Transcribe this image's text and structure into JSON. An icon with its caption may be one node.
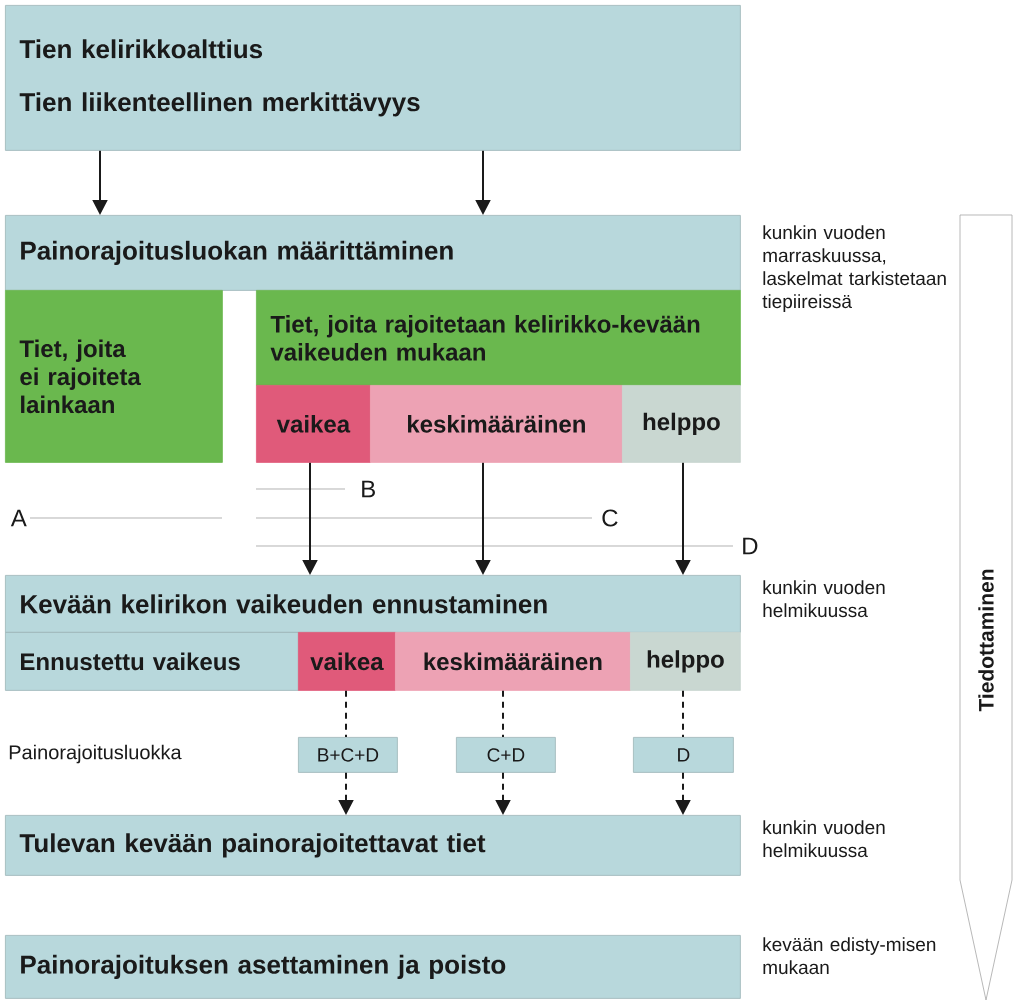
{
  "diagram": {
    "nodes": [
      {
        "text": [
          "Tien kelirikkoalttius",
          "Tien liikenteellinen merkittävyys"
        ]
      },
      {
        "text": [
          "Painorajoitusluokan määrittäminen"
        ],
        "beside": [
          "kunkin vuoden marraskuussa, laskelmat tarkistetaan tiepiireissä"
        ]
      },
      {
        "text": [
          "Tiet, joita ei rajoiteta lainkaan"
        ]
      },
      {
        "text": [
          "Tiet, joita rajoitetaan kelirikko-kevään vaikeuden mukaan"
        ]
      },
      {
        "text": [
          "vaikea"
        ]
      },
      {
        "text": [
          "keskimääräinen"
        ]
      },
      {
        "text": [
          "helppo"
        ]
      },
      {
        "text": [
          "Kevään kelirikon vaikeuden ennustaminen"
        ],
        "beside": [
          "kunkin vuoden helmikuussa"
        ]
      },
      {
        "text": [
          "Ennustettu vaikeus"
        ]
      },
      {
        "text": [
          "vaikea"
        ]
      },
      {
        "text": [
          "keskimääräinen"
        ]
      },
      {
        "text": [
          "helppo"
        ]
      },
      {
        "text": [
          "B+C+D"
        ]
      },
      {
        "text": [
          "C+D"
        ]
      },
      {
        "text": [
          "D"
        ]
      },
      {
        "text": [
          "Tulevan kevään painorajoitettavat tiet"
        ],
        "beside": [
          "kunkin vuoden helmikuussa"
        ]
      },
      {
        "text": [
          "Painorajoituksen asettaminen ja poisto"
        ],
        "beside": [
          "kevään edisty-misen mukaan"
        ]
      },
      {
        "text": [
          "Tiedottaminen"
        ]
      }
    ],
    "edges": [
      {
        "from": 0,
        "to": 1,
        "arrow": "to"
      },
      {
        "from": 0,
        "to": 1,
        "arrow": "to"
      },
      {
        "from": 4,
        "to": 7,
        "arrow": "to"
      },
      {
        "from": 5,
        "to": 7,
        "arrow": "to"
      },
      {
        "from": 6,
        "to": 7,
        "arrow": "to"
      },
      {
        "from": 9,
        "to": 12,
        "arrow": "none",
        "style": "dashed"
      },
      {
        "from": 12,
        "to": 15,
        "arrow": "to",
        "style": "dashed"
      },
      {
        "from": 10,
        "to": 13,
        "arrow": "none",
        "style": "dashed"
      },
      {
        "from": 13,
        "to": 15,
        "arrow": "to",
        "style": "dashed"
      },
      {
        "from": 11,
        "to": 14,
        "arrow": "none",
        "style": "dashed"
      },
      {
        "from": 14,
        "to": 15,
        "arrow": "to",
        "style": "dashed"
      }
    ],
    "labels": [
      "B",
      "A",
      "C",
      "D",
      "Painorajoitusluokka"
    ]
  }
}
